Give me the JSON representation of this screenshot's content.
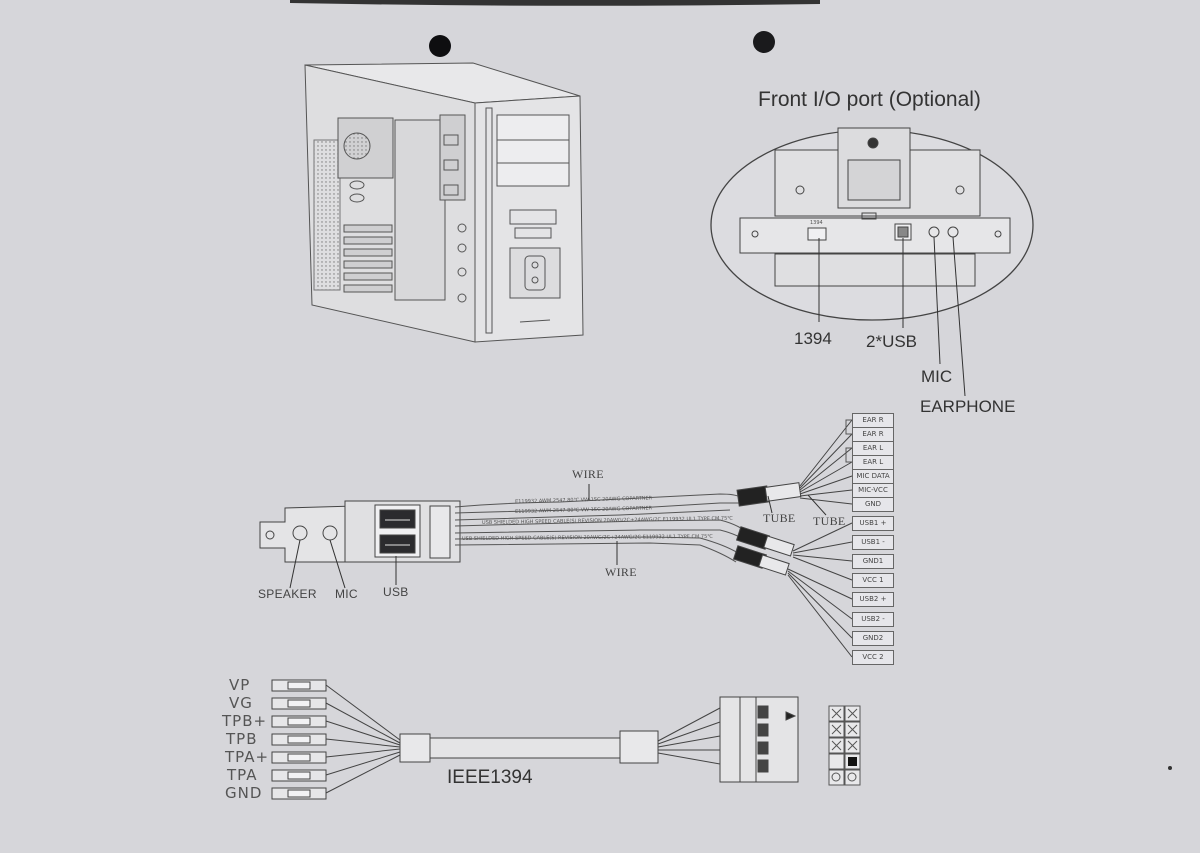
{
  "front_io": {
    "title": "Front I/O port (Optional)",
    "port_small_label": "1394",
    "labels": {
      "p1394": "1394",
      "usb2": "2*USB",
      "mic": "MIC",
      "earphone": "EARPHONE"
    }
  },
  "audio_usb_cable": {
    "wire_top": "WIRE",
    "wire_bottom": "WIRE",
    "tube_left": "TUBE",
    "tube_right": "TUBE",
    "panel_labels": {
      "speaker": "SPEAKER",
      "mic": "MIC",
      "usb": "USB"
    },
    "cable_print": [
      "E119932 AWM 2547 80℃ VW-1SC 20AWG COPARTNER",
      "E119932 AWM 2547 80℃ VW-1SC 20AWG COPARTNER",
      "USB SHIELDED HIGH SPEED CABLE(S) REVISION 20AWG/2C+24AWG/2C   E119932 UL1 TYPE CM 75℃",
      "USB SHIELDED HIGH SPEED CABLE(S) REVISION 20AWG/2C+24AWG/2C   E119932 UL1 TYPE CM 75℃"
    ],
    "audio_pins": [
      "EAR R",
      "EAR R",
      "EAR L",
      "EAR L",
      "MIC DATA",
      "MIC-VCC",
      "GND"
    ],
    "usb_pins": [
      "USB1 +",
      "USB1 -",
      "GND1",
      "VCC 1",
      "USB2 +",
      "USB2 -",
      "GND2",
      "VCC 2"
    ]
  },
  "ieee_cable": {
    "label": "IEEE1394",
    "pins": [
      "VP",
      "VG",
      "TPB+",
      "TPB",
      "TPA+",
      "TPA",
      "GND"
    ]
  },
  "colors": {
    "paper": "#d6d6da",
    "ink": "#3a3a3e",
    "hole": "#0e0e10"
  }
}
